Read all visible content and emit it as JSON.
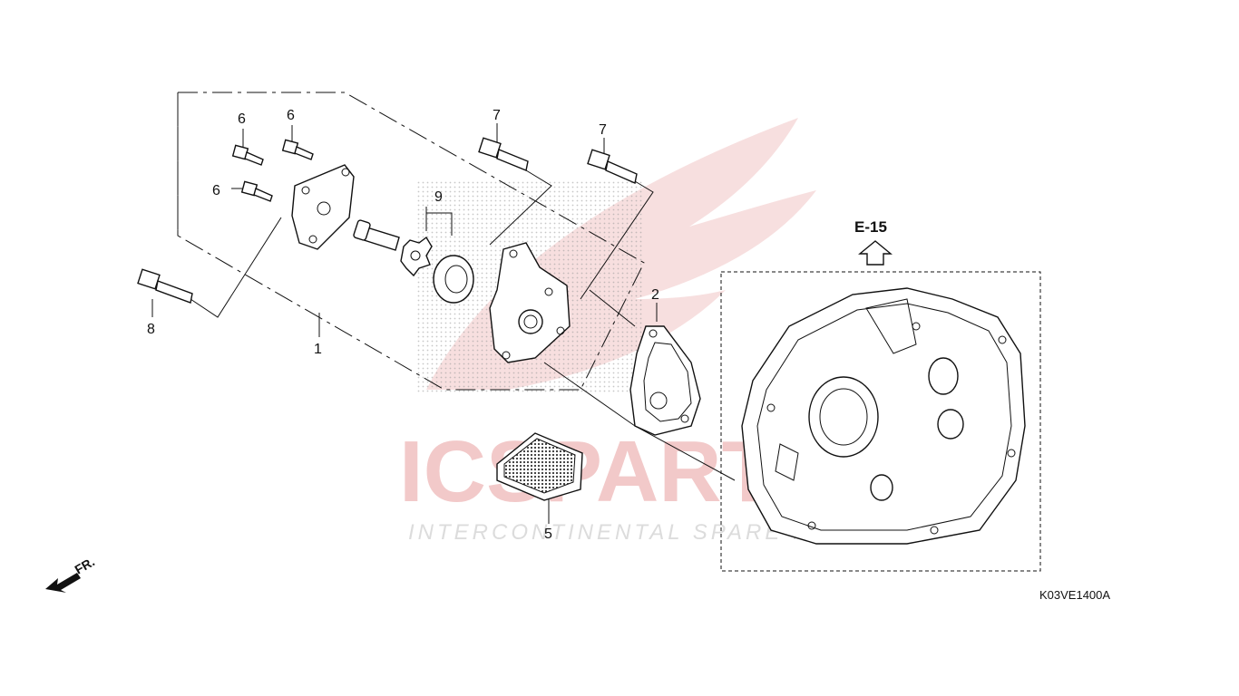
{
  "diagram": {
    "callouts": {
      "c1": "1",
      "c2": "2",
      "c5": "5",
      "c6a": "6",
      "c6b": "6",
      "c6c": "6",
      "c7a": "7",
      "c7b": "7",
      "c8": "8",
      "c9": "9"
    },
    "reference_label": "E-15",
    "part_code": "K03VE1400A",
    "direction_label": "FR.",
    "watermark": {
      "brand": "ICSPARTS",
      "tagline": "INTERCONTINENTAL SPARE PARTS"
    },
    "colors": {
      "line": "#111111",
      "watermark_red": "#f2c9c9",
      "watermark_gray": "#e4e4e4"
    }
  }
}
